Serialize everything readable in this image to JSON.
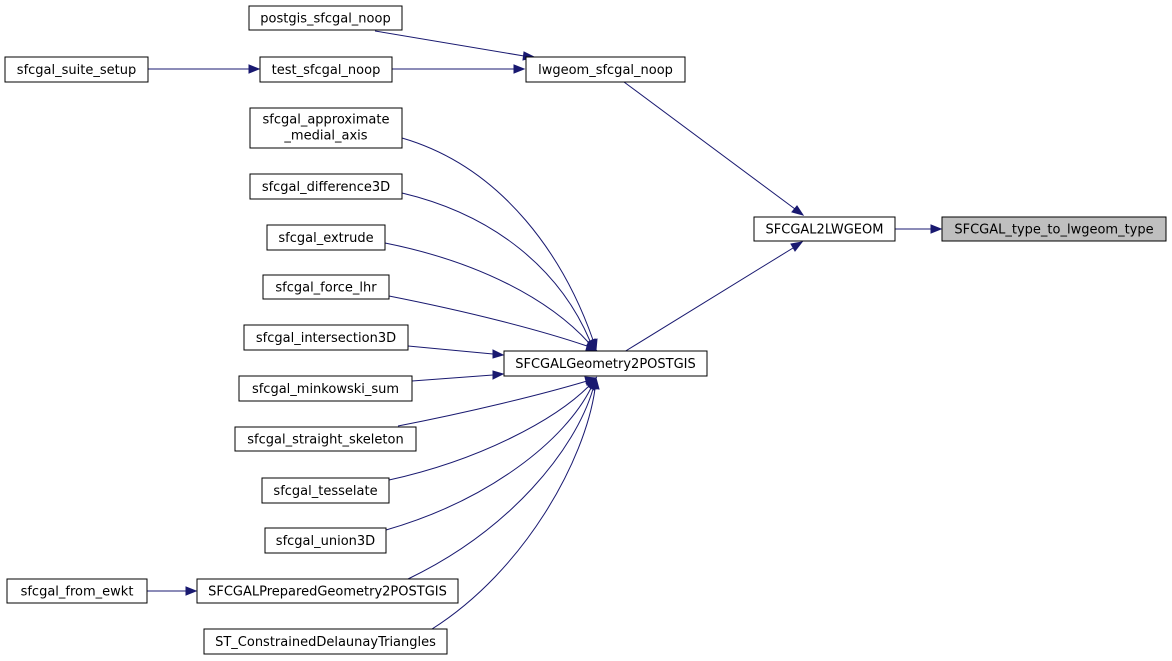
{
  "graph": {
    "edge_color": "#191970",
    "nodes": {
      "root": {
        "label": "SFCGAL_type_to_lwgeom_type",
        "highlighted": true
      },
      "sfcgal2lwgeom": {
        "label": "SFCGAL2LWGEOM"
      },
      "lwgeom_sfcgal_noop": {
        "label": "lwgeom_sfcgal_noop"
      },
      "postgis_sfcgal_noop": {
        "label": "postgis_sfcgal_noop"
      },
      "test_sfcgal_noop": {
        "label": "test_sfcgal_noop"
      },
      "sfcgal_suite_setup": {
        "label": "sfcgal_suite_setup"
      },
      "sfcgalgeometry2postgis": {
        "label": "SFCGALGeometry2POSTGIS"
      },
      "approx_medial": {
        "label": "sfcgal_approximate",
        "label2": "_medial_axis"
      },
      "difference3d": {
        "label": "sfcgal_difference3D"
      },
      "extrude": {
        "label": "sfcgal_extrude"
      },
      "force_lhr": {
        "label": "sfcgal_force_lhr"
      },
      "intersection3d": {
        "label": "sfcgal_intersection3D"
      },
      "minkowski": {
        "label": "sfcgal_minkowski_sum"
      },
      "straight_skeleton": {
        "label": "sfcgal_straight_skeleton"
      },
      "tesselate": {
        "label": "sfcgal_tesselate"
      },
      "union3d": {
        "label": "sfcgal_union3D"
      },
      "prepared2postgis": {
        "label": "SFCGALPreparedGeometry2POSTGIS"
      },
      "from_ewkt": {
        "label": "sfcgal_from_ewkt"
      },
      "delaunay": {
        "label": "ST_ConstrainedDelaunayTriangles"
      }
    },
    "edges": [
      [
        "sfcgal2lwgeom",
        "root"
      ],
      [
        "lwgeom_sfcgal_noop",
        "sfcgal2lwgeom"
      ],
      [
        "sfcgalgeometry2postgis",
        "sfcgal2lwgeom"
      ],
      [
        "postgis_sfcgal_noop",
        "lwgeom_sfcgal_noop"
      ],
      [
        "test_sfcgal_noop",
        "lwgeom_sfcgal_noop"
      ],
      [
        "sfcgal_suite_setup",
        "test_sfcgal_noop"
      ],
      [
        "approx_medial",
        "sfcgalgeometry2postgis"
      ],
      [
        "difference3d",
        "sfcgalgeometry2postgis"
      ],
      [
        "extrude",
        "sfcgalgeometry2postgis"
      ],
      [
        "force_lhr",
        "sfcgalgeometry2postgis"
      ],
      [
        "intersection3d",
        "sfcgalgeometry2postgis"
      ],
      [
        "minkowski",
        "sfcgalgeometry2postgis"
      ],
      [
        "straight_skeleton",
        "sfcgalgeometry2postgis"
      ],
      [
        "tesselate",
        "sfcgalgeometry2postgis"
      ],
      [
        "union3d",
        "sfcgalgeometry2postgis"
      ],
      [
        "prepared2postgis",
        "sfcgalgeometry2postgis"
      ],
      [
        "delaunay",
        "sfcgalgeometry2postgis"
      ],
      [
        "from_ewkt",
        "prepared2postgis"
      ]
    ]
  }
}
